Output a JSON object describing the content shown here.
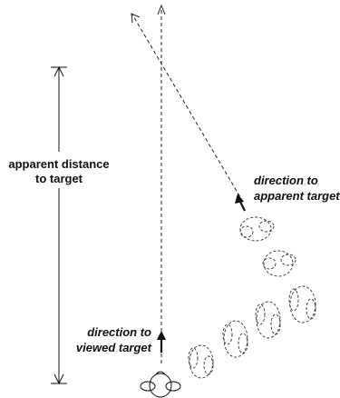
{
  "labels": {
    "apparent_distance_line1": "apparent distance",
    "apparent_distance_line2": "to target",
    "viewed_line1": "direction to",
    "viewed_line2": "viewed target",
    "apparent_line1": "direction to",
    "apparent_line2": "apparent target"
  }
}
